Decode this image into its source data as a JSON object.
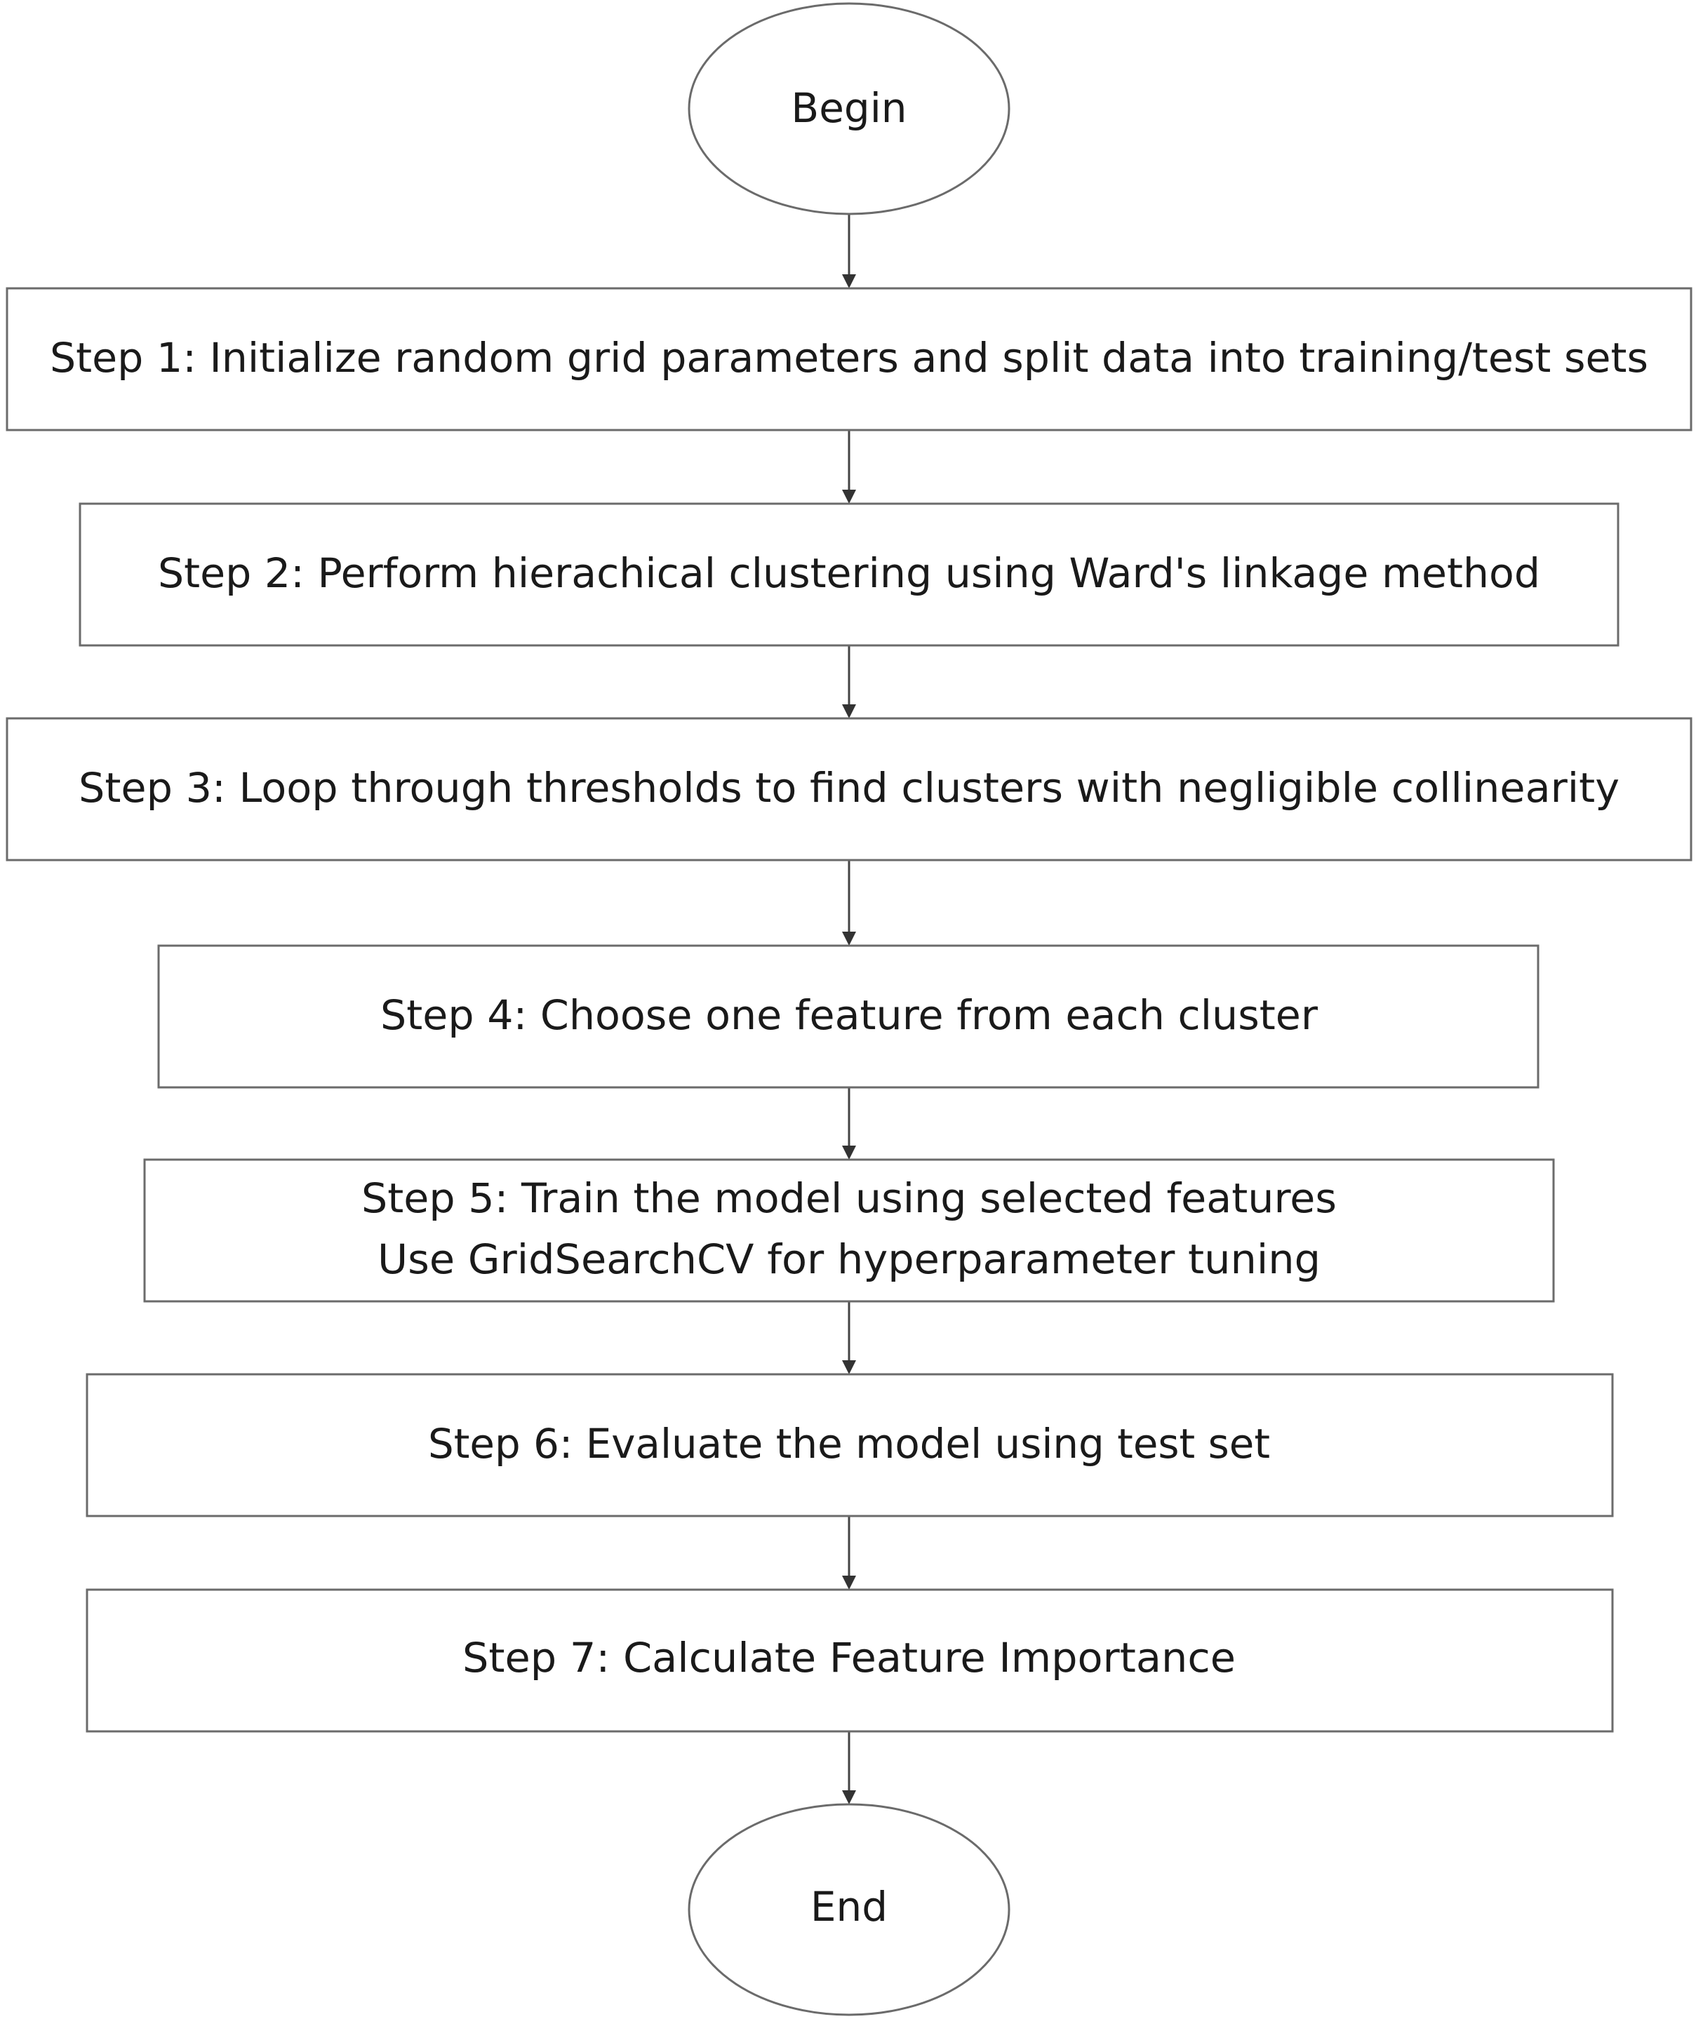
{
  "flowchart": {
    "start": {
      "label": "Begin"
    },
    "steps": [
      {
        "lines": [
          "Step 1: Initialize random grid parameters and split data into training/test sets"
        ]
      },
      {
        "lines": [
          "Step 2: Perform hierachical clustering using Ward's linkage method"
        ]
      },
      {
        "lines": [
          "Step 3: Loop through thresholds to find clusters with negligible collinearity"
        ]
      },
      {
        "lines": [
          "Step 4: Choose one feature from each cluster"
        ]
      },
      {
        "lines": [
          "Step 5: Train the model using selected features",
          "Use GridSearchCV for hyperparameter tuning"
        ]
      },
      {
        "lines": [
          "Step 6: Evaluate the model using test set"
        ]
      },
      {
        "lines": [
          "Step 7: Calculate Feature Importance"
        ]
      }
    ],
    "end": {
      "label": "End"
    }
  },
  "colors": {
    "node_stroke": "#6b6b6b",
    "arrow": "#444444",
    "text": "#1a1a1a",
    "background": "#ffffff"
  }
}
